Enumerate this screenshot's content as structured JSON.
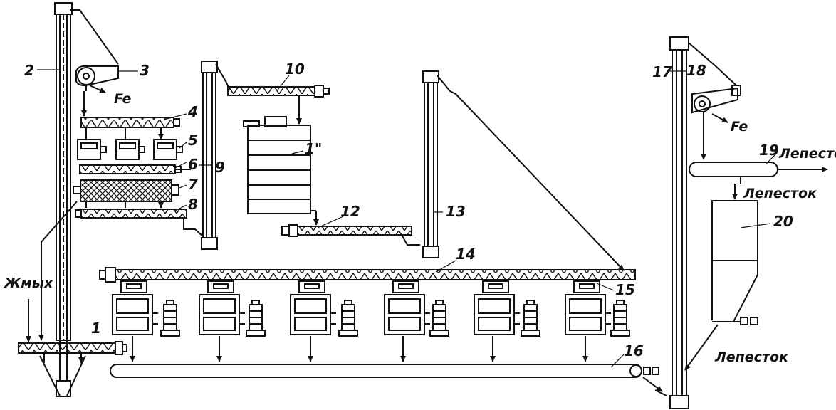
{
  "labels": {
    "n1": "1",
    "n2": "2",
    "n3": "3",
    "n4": "4",
    "n5": "5",
    "n6": "6",
    "n7": "7",
    "n8": "8",
    "n9": "9",
    "n10": "10",
    "n11": "1\"",
    "n12": "12",
    "n13": "13",
    "n14": "14",
    "n15": "15",
    "n16": "16",
    "n17": "17",
    "n18": "18",
    "n19": "19",
    "n20": "20",
    "fe_left": "Fe",
    "fe_right": "Fe",
    "zhmykh": "Жмых",
    "lepestok_top": "Лепесток",
    "lepestok_mid": "Лепесток",
    "lepestok_bottom": "Лепесток"
  },
  "colors": {
    "ink": "#111111",
    "paper": "#ffffff"
  }
}
